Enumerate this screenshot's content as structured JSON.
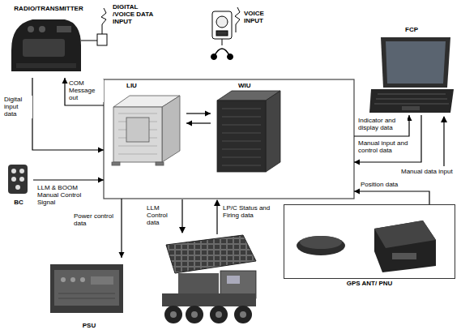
{
  "diagram": {
    "nodes": [
      {
        "text": [
          "RADIO/TRANSMITTER"
        ]
      },
      {
        "text": [
          "LIU"
        ]
      },
      {
        "text": [
          "WIU"
        ]
      },
      {
        "text": [
          "FCP"
        ]
      },
      {
        "text": [
          "BC"
        ]
      },
      {
        "text": [
          "PSU"
        ]
      },
      {
        "text": [
          "GPS ANT/ PNU"
        ]
      }
    ],
    "edges": [
      {
        "from": 0,
        "to": 1,
        "arrow": "to",
        "label": "Digital input data"
      },
      {
        "from": 1,
        "to": 0,
        "arrow": "to",
        "label": "COM Message out"
      },
      {
        "from": 4,
        "to": 1,
        "arrow": "to",
        "label": "LLM & BOOM Manual Control Signal"
      },
      {
        "from": 1,
        "to": 5,
        "arrow": "to",
        "label": "Power control data"
      },
      {
        "from": 2,
        "to": 3,
        "arrow": "to",
        "label": "Indicator and display data"
      },
      {
        "from": 3,
        "to": 2,
        "arrow": "to",
        "label": "Manual input and control data"
      },
      {
        "from": 6,
        "to": 2,
        "arrow": "to",
        "label": "Position data"
      },
      {
        "from": 1,
        "to": 2,
        "arrow": "to"
      },
      {
        "from": 2,
        "to": 1,
        "arrow": "to"
      }
    ],
    "labels": [
      "DIGITAL /VOICE DATA INPUT",
      "VOICE INPUT",
      "LLM Control data",
      "LP/C Status and Firing data",
      "Manual data input"
    ]
  }
}
